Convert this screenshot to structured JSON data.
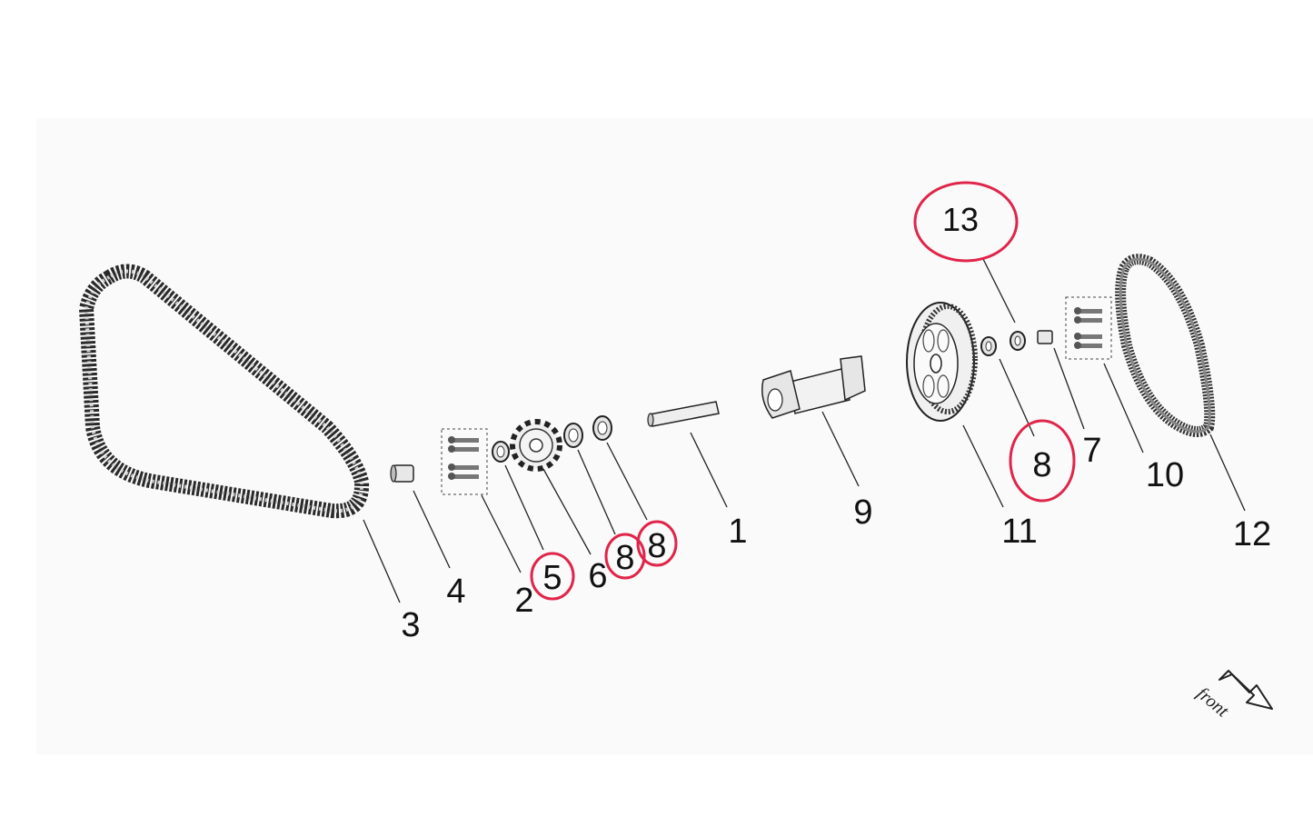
{
  "colors": {
    "callout_circle": "#e0254a",
    "part_stroke": "#222222",
    "panel": "#fafafa"
  },
  "callouts": {
    "1": "1",
    "2": "2",
    "3": "3",
    "4": "4",
    "5": "5",
    "6": "6",
    "7": "7",
    "8a": "8",
    "8b": "8",
    "8c": "8",
    "9": "9",
    "10": "10",
    "11": "11",
    "12": "12",
    "13": "13"
  },
  "highlighted_callouts": [
    "5",
    "8",
    "8",
    "8",
    "13"
  ],
  "direction_label": "front",
  "icons": [
    "front-direction-arrow-icon"
  ]
}
